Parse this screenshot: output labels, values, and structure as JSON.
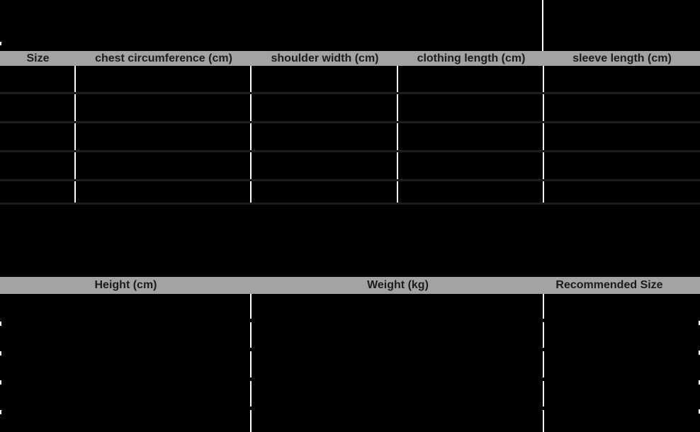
{
  "page": {
    "description_of_visible_content": "size chart with two empty measurement tables"
  },
  "colors": {
    "bg": "#000000",
    "header-bg": "#a3a3a3",
    "header-text": "#1b1b1b",
    "grid-white": "#ffffff",
    "row-sep": "#1d1d1d"
  },
  "size_table": {
    "headers": [
      "Size",
      "chest circumference (cm)",
      "shoulder width (cm)",
      "clothing length (cm)",
      "sleeve length (cm)"
    ],
    "rows": [
      [
        "",
        "",
        "",
        "",
        ""
      ],
      [
        "",
        "",
        "",
        "",
        ""
      ],
      [
        "",
        "",
        "",
        "",
        ""
      ],
      [
        "",
        "",
        "",
        "",
        ""
      ],
      [
        "",
        "",
        "",
        "",
        ""
      ]
    ]
  },
  "recommendation_table": {
    "headers": [
      "Height (cm)",
      "Weight (kg)",
      "Recommended Size"
    ],
    "rows": [
      [
        "",
        "",
        ""
      ],
      [
        "",
        "",
        ""
      ],
      [
        "",
        "",
        ""
      ],
      [
        "",
        "",
        ""
      ],
      [
        "",
        "",
        ""
      ]
    ]
  }
}
